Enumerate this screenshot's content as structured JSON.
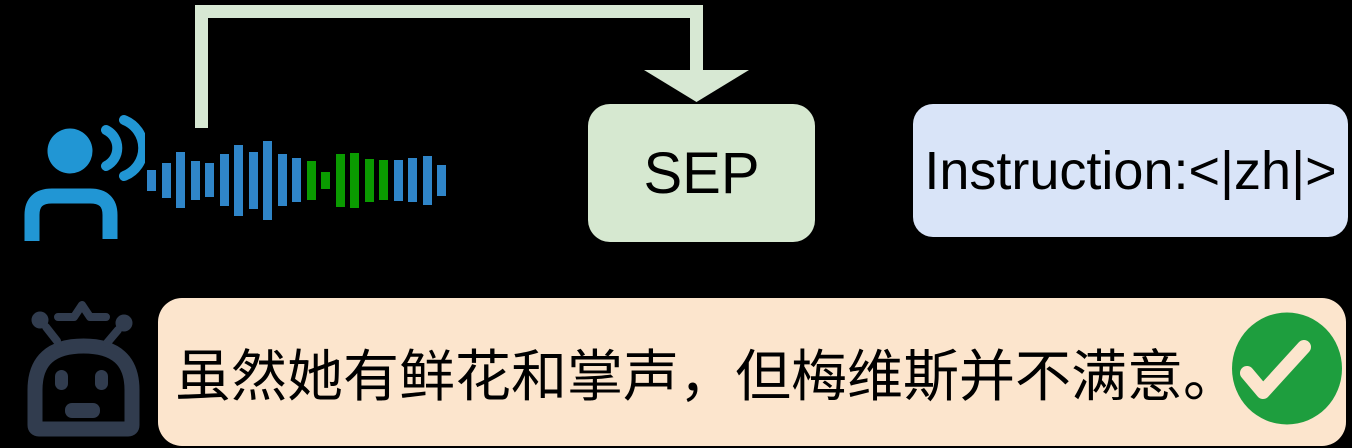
{
  "colors": {
    "person": "#2196d4",
    "bar_blue": "#2f85c8",
    "bar_green": "#0a9b00",
    "arrow": "#d7e8d3",
    "sep_bg": "#d6e8d0",
    "instr_bg": "#d9e4f8",
    "bubble_bg": "#fce5cd",
    "robot": "#313c4e",
    "check_bg": "#1e9e3e",
    "check_mark": "#fce5cd"
  },
  "icons": {
    "speaker": "person-speaking-icon",
    "waveform": "audio-waveform",
    "arrow": "waveform-to-sep-arrow",
    "robot": "robot-icon",
    "check": "check-circle-icon"
  },
  "waveform": {
    "bars": [
      {
        "h": 21,
        "c": "blue"
      },
      {
        "h": 35,
        "c": "blue"
      },
      {
        "h": 56,
        "c": "blue"
      },
      {
        "h": 39,
        "c": "blue"
      },
      {
        "h": 34,
        "c": "blue"
      },
      {
        "h": 52,
        "c": "blue"
      },
      {
        "h": 71,
        "c": "blue"
      },
      {
        "h": 57,
        "c": "blue"
      },
      {
        "h": 79,
        "c": "blue"
      },
      {
        "h": 52,
        "c": "blue"
      },
      {
        "h": 44,
        "c": "blue"
      },
      {
        "h": 39,
        "c": "green"
      },
      {
        "h": 17,
        "c": "green"
      },
      {
        "h": 53,
        "c": "green"
      },
      {
        "h": 55,
        "c": "green"
      },
      {
        "h": 43,
        "c": "green"
      },
      {
        "h": 40,
        "c": "green"
      },
      {
        "h": 41,
        "c": "blue"
      },
      {
        "h": 44,
        "c": "blue"
      },
      {
        "h": 49,
        "c": "blue"
      },
      {
        "h": 31,
        "c": "blue"
      }
    ]
  },
  "sep_box": {
    "label": "SEP"
  },
  "instruction_box": {
    "label": "Instruction:<|zh|>"
  },
  "response": {
    "text": "虽然她有鲜花和掌声，但梅维斯并不满意。"
  }
}
